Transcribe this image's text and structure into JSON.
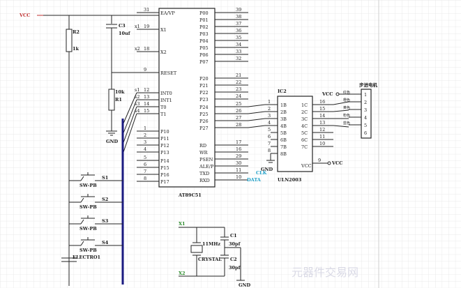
{
  "vcc": "VCC",
  "gnd": "GND",
  "r2": {
    "name": "R2",
    "value": "1k"
  },
  "c3": {
    "name": "C3",
    "value": "10uf"
  },
  "r1": {
    "name": "R1",
    "value": "10k"
  },
  "mcu": {
    "name": "AT89C51",
    "left_pins": [
      {
        "num": "31",
        "name": "EA/VP",
        "net": ""
      },
      {
        "num": "19",
        "name": "X1",
        "net": "x1"
      },
      {
        "num": "18",
        "name": "X2",
        "net": "x2"
      },
      {
        "num": "9",
        "name": "RESET",
        "net": ""
      },
      {
        "num": "12",
        "name": "INT0",
        "net": "s1"
      },
      {
        "num": "13",
        "name": "INT1",
        "net": "s2"
      },
      {
        "num": "14",
        "name": "T0",
        "net": "s3"
      },
      {
        "num": "15",
        "name": "T1",
        "net": "s4"
      },
      {
        "num": "1",
        "name": "P10",
        "net": ""
      },
      {
        "num": "2",
        "name": "P11",
        "net": ""
      },
      {
        "num": "3",
        "name": "P12",
        "net": ""
      },
      {
        "num": "4",
        "name": "P13",
        "net": ""
      },
      {
        "num": "5",
        "name": "P14",
        "net": ""
      },
      {
        "num": "6",
        "name": "P15",
        "net": ""
      },
      {
        "num": "7",
        "name": "P16",
        "net": ""
      },
      {
        "num": "8",
        "name": "P17",
        "net": ""
      }
    ],
    "right_pins": [
      {
        "num": "39",
        "name": "P00"
      },
      {
        "num": "38",
        "name": "P01"
      },
      {
        "num": "37",
        "name": "P02"
      },
      {
        "num": "36",
        "name": "P03"
      },
      {
        "num": "35",
        "name": "P04"
      },
      {
        "num": "34",
        "name": "P05"
      },
      {
        "num": "33",
        "name": "P06"
      },
      {
        "num": "32",
        "name": "P07"
      },
      {
        "num": "21",
        "name": "P20"
      },
      {
        "num": "22",
        "name": "P21"
      },
      {
        "num": "23",
        "name": "P22"
      },
      {
        "num": "24",
        "name": "P23"
      },
      {
        "num": "25",
        "name": "P24"
      },
      {
        "num": "26",
        "name": "P25"
      },
      {
        "num": "27",
        "name": "P26"
      },
      {
        "num": "28",
        "name": "P27"
      },
      {
        "num": "17",
        "name": "RD"
      },
      {
        "num": "16",
        "name": "WR"
      },
      {
        "num": "29",
        "name": "PSEN"
      },
      {
        "num": "30",
        "name": "ALE/P"
      },
      {
        "num": "11",
        "name": "TXD"
      },
      {
        "num": "10",
        "name": "RXD"
      }
    ],
    "txd_net": "CLK",
    "rxd_net": "DATA"
  },
  "uln": {
    "ref": "IC2",
    "name": "ULN2003",
    "inputs": [
      {
        "num": "1",
        "name": "1B"
      },
      {
        "num": "2",
        "name": "2B"
      },
      {
        "num": "3",
        "name": "3B"
      },
      {
        "num": "4",
        "name": "4B"
      },
      {
        "num": "5",
        "name": "5B"
      },
      {
        "num": "6",
        "name": "6B"
      },
      {
        "num": "7",
        "name": "7B"
      },
      {
        "num": "8",
        "name": "8B"
      }
    ],
    "outputs": [
      {
        "num": "16",
        "name": "1C"
      },
      {
        "num": "15",
        "name": "2C"
      },
      {
        "num": "14",
        "name": "3C"
      },
      {
        "num": "13",
        "name": "4C"
      },
      {
        "num": "12",
        "name": "5C"
      },
      {
        "num": "11",
        "name": "6C"
      },
      {
        "num": "10",
        "name": "7C"
      }
    ],
    "com_pin": "9",
    "com_name": "VCC"
  },
  "motor": {
    "title": "步进电机",
    "pins": [
      "1",
      "2",
      "3",
      "4",
      "5",
      "6"
    ],
    "wires": [
      "红色",
      "橙色",
      "黄色",
      "粉色",
      "蓝色"
    ]
  },
  "switches": [
    {
      "name": "SW-PB",
      "net": "S1"
    },
    {
      "name": "SW-PB",
      "net": "S2"
    },
    {
      "name": "SW-PB",
      "net": "S3"
    },
    {
      "name": "SW-PB",
      "net": "S4"
    }
  ],
  "electro": "ELECTRO1",
  "crystal": {
    "x1": "X1",
    "x2": "X2",
    "freq": "11MHz",
    "name": "CRYSTAL"
  },
  "c1": {
    "name": "C1",
    "value": "30pf"
  },
  "c2": {
    "name": "C2",
    "value": "30pf"
  },
  "gnd2": "GND",
  "watermark": "元器件交易网",
  "colors": {
    "grid": "#e3e3e3",
    "grid_major": "#cfcfcf",
    "ink": "#222222",
    "net_blue": "#1fa0c8",
    "bus": "#1a1a80",
    "vcc_red": "#c03030"
  }
}
